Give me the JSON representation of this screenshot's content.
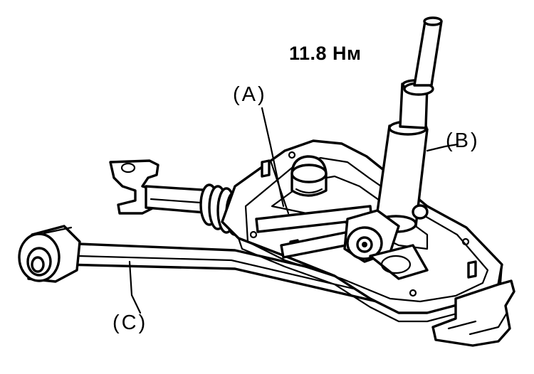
{
  "diagram": {
    "torque_spec": "11.8 Нм",
    "callouts": {
      "a": "(A)",
      "b": "(B)",
      "c": "(C)"
    }
  }
}
